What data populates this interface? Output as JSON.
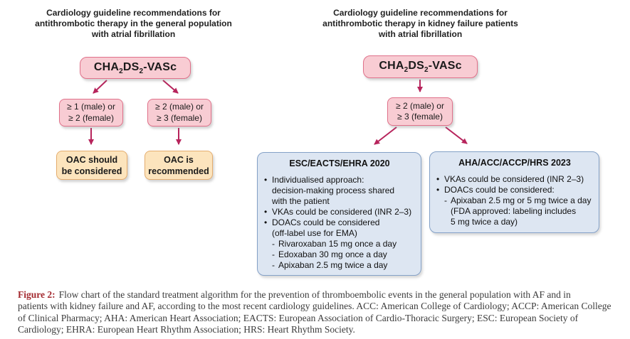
{
  "colors": {
    "pink_fill": "#f8ccd3",
    "pink_border": "#e0718a",
    "orange_fill": "#fce4bd",
    "orange_border": "#e5ad6e",
    "blue_fill": "#dde6f2",
    "blue_border": "#84a1c7",
    "arrow": "#b7245c",
    "figure_label": "#a3282e",
    "caption_text": "#3b3b3b"
  },
  "left_chart": {
    "title": "Cardiology guideline recommendations for\nantithrombotic therapy in the general population\nwith atrial fibrillation",
    "root": {
      "p1": "CHA",
      "s1": "2",
      "p2": "DS",
      "s2": "2",
      "p3": "-VASc"
    },
    "branch_left": "≥ 1 (male) or\n≥ 2 (female)",
    "branch_right": "≥ 2 (male) or\n≥ 3 (female)",
    "outcome_left": "OAC should\nbe considered",
    "outcome_right": "OAC is\nrecommended"
  },
  "right_chart": {
    "title": "Cardiology guideline recommendations for\nantithrombotic therapy in kidney failure patients\nwith atrial fibrillation",
    "root": {
      "p1": "CHA",
      "s1": "2",
      "p2": "DS",
      "s2": "2",
      "p3": "-VASc"
    },
    "branch": "≥ 2 (male) or\n≥ 3 (female)",
    "esc_box": {
      "title": "ESC/EACTS/EHRA 2020",
      "items": [
        {
          "marker": "•",
          "text": "Individualised approach:\ndecision-making process shared\nwith the patient"
        },
        {
          "marker": "•",
          "text": "VKAs could be considered (INR 2–3)"
        },
        {
          "marker": "•",
          "text": "DOACs could be considered\n(off-label use for EMA)"
        },
        {
          "marker": "-",
          "text": "Rivaroxaban 15 mg once a day"
        },
        {
          "marker": "-",
          "text": "Edoxaban 30 mg once a day"
        },
        {
          "marker": "-",
          "text": "Apixaban 2.5 mg twice a day"
        }
      ]
    },
    "aha_box": {
      "title": "AHA/ACC/ACCP/HRS 2023",
      "items": [
        {
          "marker": "•",
          "text": "VKAs could be considered (INR 2–3)"
        },
        {
          "marker": "•",
          "text": "DOACs could be considered:"
        },
        {
          "marker": "-",
          "text": "Apixaban 2.5 mg or 5 mg twice a day\n(FDA approved: labeling includes\n5 mg twice a day)"
        }
      ]
    }
  },
  "caption": {
    "label": "Figure 2:",
    "text": "Flow chart of the standard treatment algorithm for the prevention of thromboembolic events in the general population with AF and in\npatients with kidney failure and AF, according to the most recent cardiology guidelines. ACC: American College of Cardiology; ACCP: American College\nof Clinical Pharmacy; AHA: American Heart Association; EACTS: European Association of Cardio-Thoracic Surgery; ESC: European Society of\nCardiology; EHRA: European Heart Rhythm Association; HRS: Heart Rhythm Society."
  }
}
